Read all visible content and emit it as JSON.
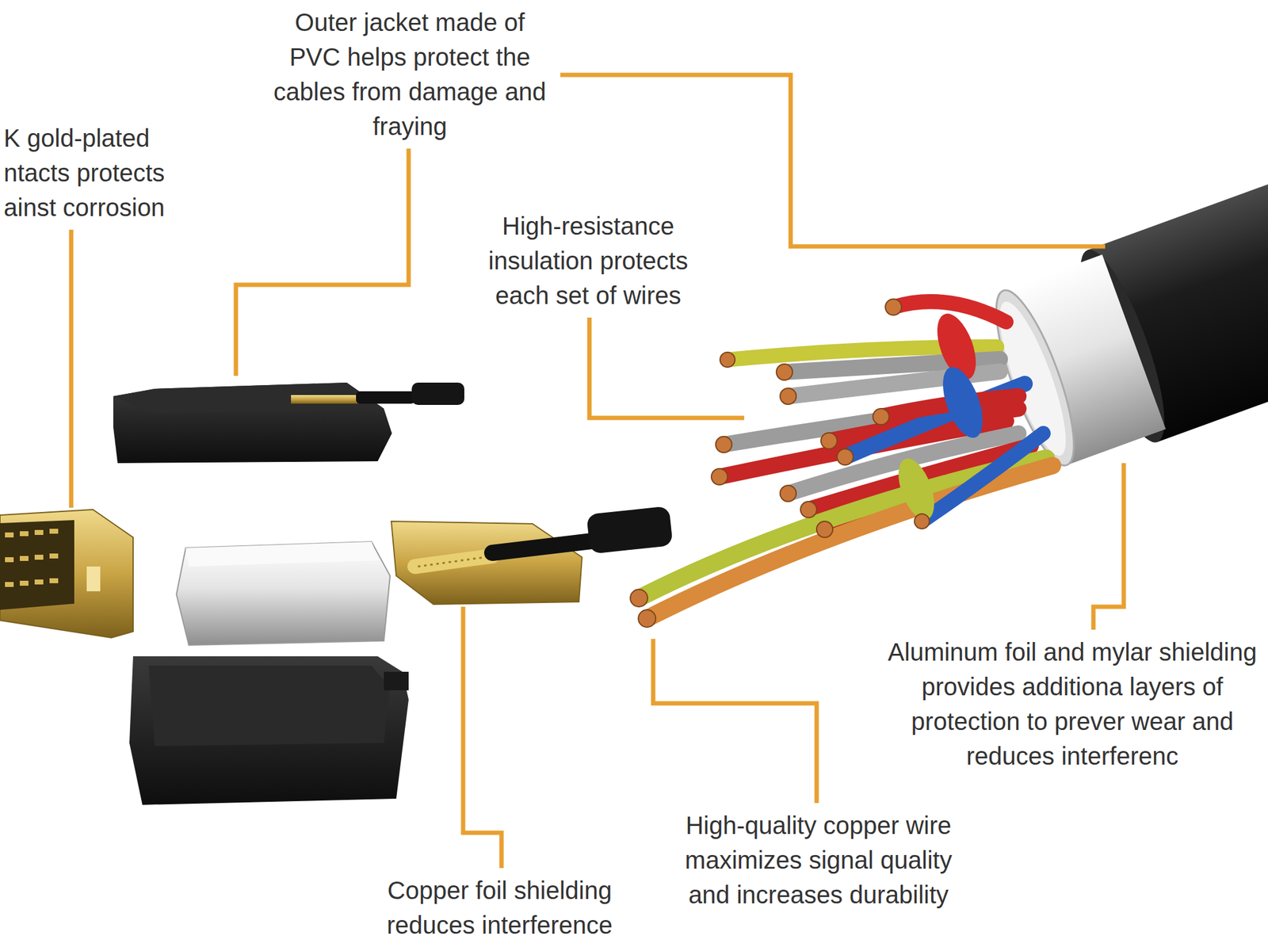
{
  "diagram": {
    "labels": [
      "Outer jacket made of PVC helps protect the cables from damage and fraying",
      "K gold-plated ntacts protects ainst corrosion",
      "High-resistance insulation protects each set of wires",
      "Aluminum foil and mylar shielding provides additiona layers of protection to prever wear and reduces interferenc",
      "Copper foil shielding reduces interference",
      "High-quality copper wire maximizes signal quality and increases durability"
    ]
  }
}
